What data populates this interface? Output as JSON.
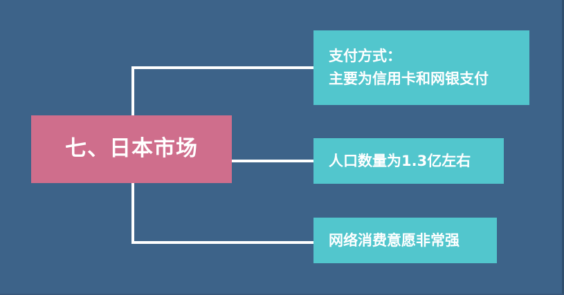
{
  "slide": {
    "background_color": "#3d6389",
    "root": {
      "label": "七、日本市场",
      "color": "#cf6e8c",
      "text_color": "#ffffff"
    },
    "branch_color": "#52c6cd",
    "connector_color": "#ffffff",
    "branches": [
      {
        "id": "branch-1",
        "lines": [
          "支付方式：",
          "主要为信用卡和网银支付"
        ]
      },
      {
        "id": "branch-2",
        "lines": [
          "人口数量为1.3亿左右"
        ]
      },
      {
        "id": "branch-3",
        "lines": [
          "网络消费意愿非常强"
        ]
      }
    ]
  }
}
